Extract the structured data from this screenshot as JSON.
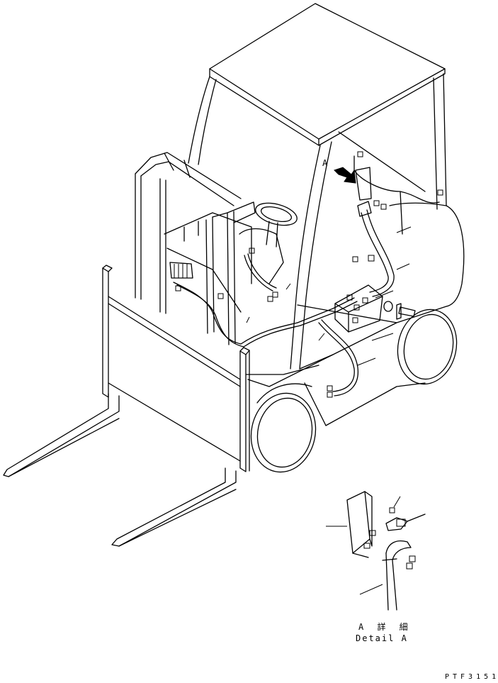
{
  "callout_view_letter": "A",
  "detail_label_jp": "A 詳 細",
  "detail_label_en": "Detail A",
  "drawing_code": "PTF3151"
}
